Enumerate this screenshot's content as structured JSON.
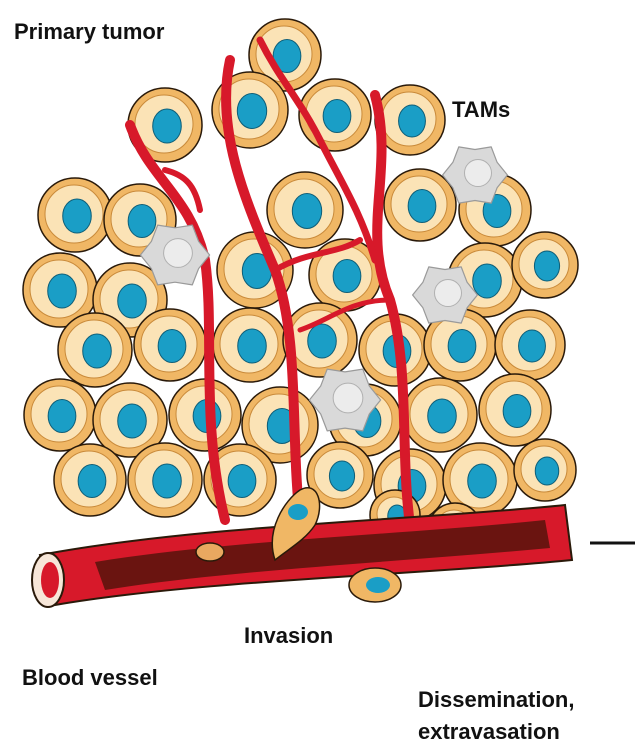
{
  "labels": {
    "primary_tumor": "Primary tumor",
    "tams": "TAMs",
    "invasion": "Invasion",
    "blood_vessel": "Blood vessel",
    "dissemination_line1": "Dissemination,",
    "dissemination_line2": "extravasation"
  },
  "colors": {
    "cell_body": "#f0b765",
    "cell_rim": "#fbe3b6",
    "nucleus": "#1a9ec6",
    "vessel": "#d7192a",
    "vessel_lumen": "#6a1410",
    "tam": "#d9d9d9",
    "outline": "#2a1a0a"
  },
  "icons": [
    "tumor-cell-icon",
    "macrophage-icon",
    "blood-vessel-icon"
  ]
}
